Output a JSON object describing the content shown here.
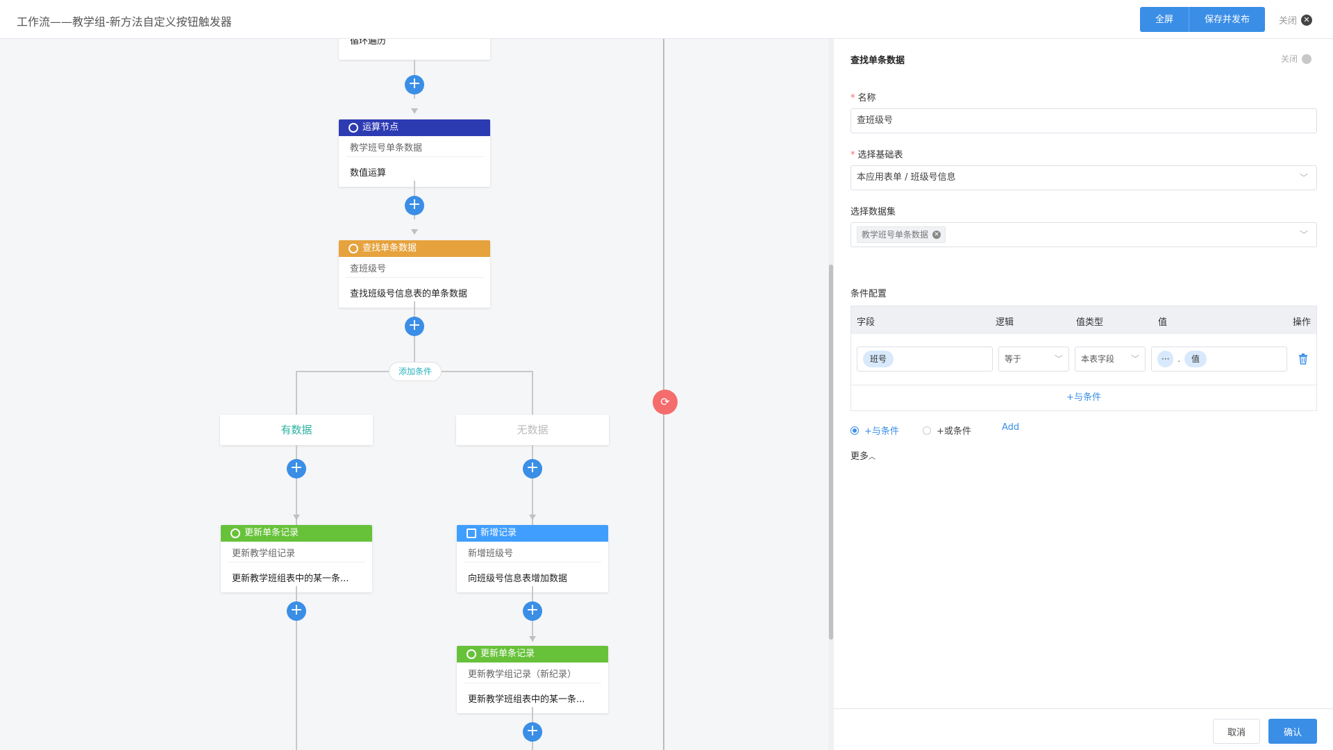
{
  "header": {
    "title": "工作流——教学组-新方法自定义按钮触发器",
    "fullscreen_label": "全屏",
    "save_publish_label": "保存并发布",
    "close_label": "关闭"
  },
  "canvas": {
    "top_node_text": "循环遍历",
    "nodes": [
      {
        "header": "运算节点",
        "sub": "教学班号单条数据",
        "desc": "数值运算",
        "color": "#2d3bb3"
      },
      {
        "header": "查找单条数据",
        "sub": "查班级号",
        "desc": "查找班级号信息表的单条数据",
        "color": "#e6a23c"
      },
      {
        "header": "更新单条记录",
        "sub": "更新教学组记录",
        "desc": "更新教学班组表中的某一条...",
        "color": "#67c23a"
      },
      {
        "header": "新增记录",
        "sub": "新增班级号",
        "desc": "向班级号信息表增加数据",
        "color": "#409eff"
      },
      {
        "header": "更新单条记录",
        "sub": "更新教学组记录（新纪录）",
        "desc": "更新教学班组表中的某一条...",
        "color": "#67c23a"
      }
    ],
    "add_condition_label": "添加条件",
    "branch_has_data": "有数据",
    "branch_no_data": "无数据"
  },
  "panel": {
    "title": "查找单条数据",
    "close_label": "关闭",
    "name_label": "名称",
    "name_value": "查班级号",
    "base_table_label": "选择基础表",
    "base_table_value": "本应用表单 / 班级号信息",
    "dataset_label": "选择数据集",
    "dataset_tag": "教学班号单条数据",
    "condition_label": "条件配置",
    "columns": [
      "字段",
      "逻辑",
      "值类型",
      "值",
      "操作"
    ],
    "row": {
      "field": "班号",
      "logic": "等于",
      "value_type": "本表字段",
      "value_prefix": "···",
      "value_dot": ".",
      "value": "值"
    },
    "add_and_row": "+与条件",
    "radio_and": "+与条件",
    "radio_or": "+或条件",
    "add_link": "Add",
    "more_label": "更多",
    "cancel_label": "取消",
    "confirm_label": "确认"
  }
}
